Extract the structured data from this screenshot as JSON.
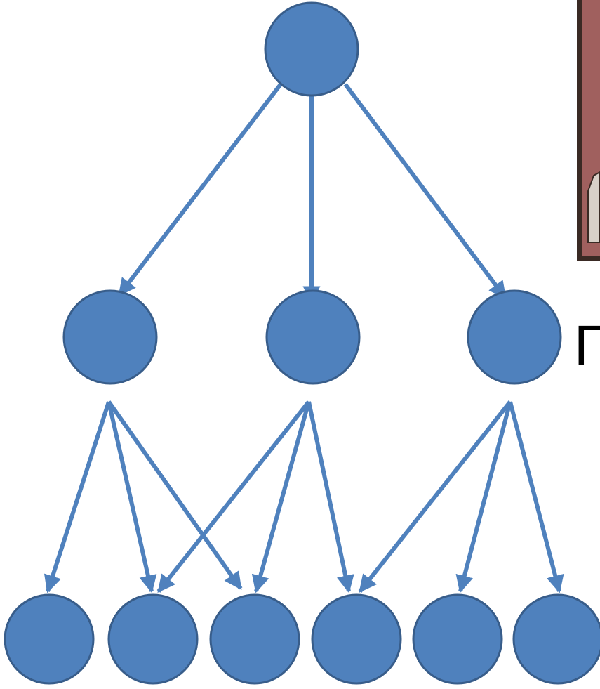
{
  "diagram": {
    "type": "tree",
    "node_fill": "#4f81bd",
    "node_stroke": "#385d8a",
    "edge_color": "#4f81bd",
    "nodes": [
      {
        "id": "root",
        "level": 0
      },
      {
        "id": "m1",
        "level": 1
      },
      {
        "id": "m2",
        "level": 1
      },
      {
        "id": "m3",
        "level": 1
      },
      {
        "id": "l1",
        "level": 2
      },
      {
        "id": "l2",
        "level": 2
      },
      {
        "id": "l3",
        "level": 2
      },
      {
        "id": "l4",
        "level": 2
      },
      {
        "id": "l5",
        "level": 2
      },
      {
        "id": "l6",
        "level": 2
      }
    ],
    "edges": [
      [
        "root",
        "m1"
      ],
      [
        "root",
        "m2"
      ],
      [
        "root",
        "m3"
      ],
      [
        "m1",
        "l1"
      ],
      [
        "m1",
        "l2"
      ],
      [
        "m1",
        "l3"
      ],
      [
        "m2",
        "l2"
      ],
      [
        "m2",
        "l3"
      ],
      [
        "m2",
        "l4"
      ],
      [
        "m3",
        "l4"
      ],
      [
        "m3",
        "l5"
      ],
      [
        "m3",
        "l6"
      ]
    ]
  },
  "side_image": {
    "frame_color": "#3a2a24",
    "fill_color": "#a0605e",
    "accent_color": "#d8d0c8"
  },
  "clipped_text": "Г"
}
